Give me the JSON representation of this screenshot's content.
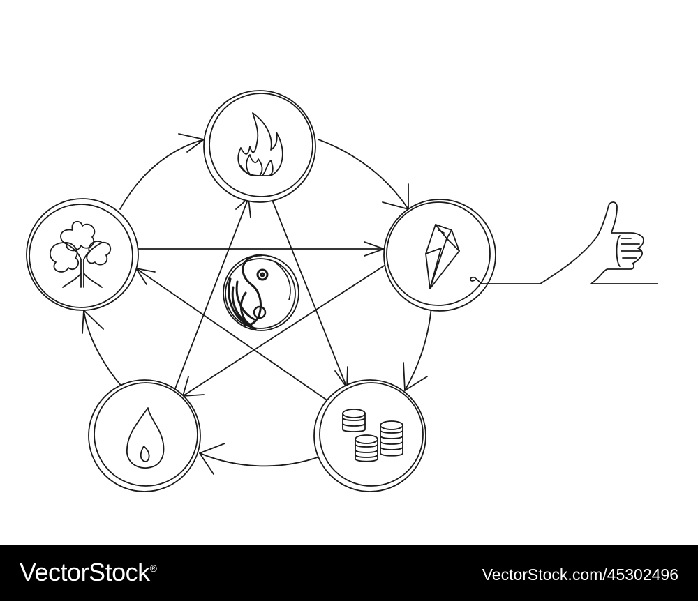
{
  "diagram": {
    "stroke_color": "#1a1a1a",
    "center_symbol": "yin-yang-icon",
    "elements": [
      {
        "id": "fire",
        "icon": "flame-icon"
      },
      {
        "id": "metal",
        "icon": "crystal-icon"
      },
      {
        "id": "earth",
        "icon": "coin-stacks-icon"
      },
      {
        "id": "water",
        "icon": "water-drop-icon"
      },
      {
        "id": "wood",
        "icon": "tree-icon"
      }
    ],
    "cycle_arrows": [
      [
        "wood",
        "fire"
      ],
      [
        "fire",
        "metal"
      ],
      [
        "metal",
        "earth"
      ],
      [
        "earth",
        "water"
      ],
      [
        "water",
        "wood"
      ]
    ],
    "star_arrows": [
      [
        "wood",
        "metal"
      ],
      [
        "metal",
        "water"
      ],
      [
        "water",
        "fire"
      ],
      [
        "fire",
        "earth"
      ],
      [
        "earth",
        "wood"
      ]
    ],
    "extra_icon": "thumbs-up-icon"
  },
  "watermark": {
    "brand": "VectorStock",
    "registered_mark": "®",
    "url": "VectorStock.com/45302496",
    "background": "#000000",
    "text_color": "#ffffff"
  }
}
